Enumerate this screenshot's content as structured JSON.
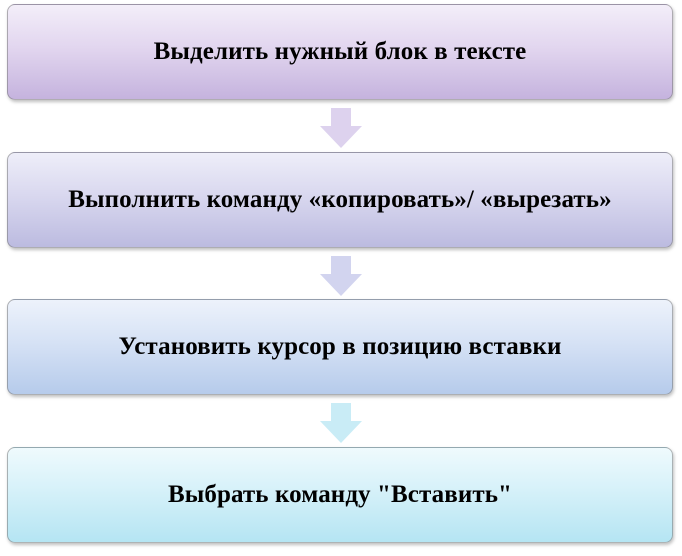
{
  "steps": [
    {
      "label": "Выделить нужный блок в тексте"
    },
    {
      "label": "Выполнить команду «копировать»/ «вырезать»"
    },
    {
      "label": "Установить курсор в позицию вставки"
    },
    {
      "label": "Выбрать команду \"Вставить\""
    }
  ],
  "arrows": [
    {
      "icon": "arrow-down-icon",
      "color": "#ddd2ee"
    },
    {
      "icon": "arrow-down-icon",
      "color": "#d2d4ef"
    },
    {
      "icon": "arrow-down-icon",
      "color": "#c9ecf6"
    }
  ],
  "colors": {
    "step_1": "#e2d6ef",
    "step_2": "#d9d8ef",
    "step_3": "#d6e2f5",
    "step_4": "#d6f1f9"
  }
}
